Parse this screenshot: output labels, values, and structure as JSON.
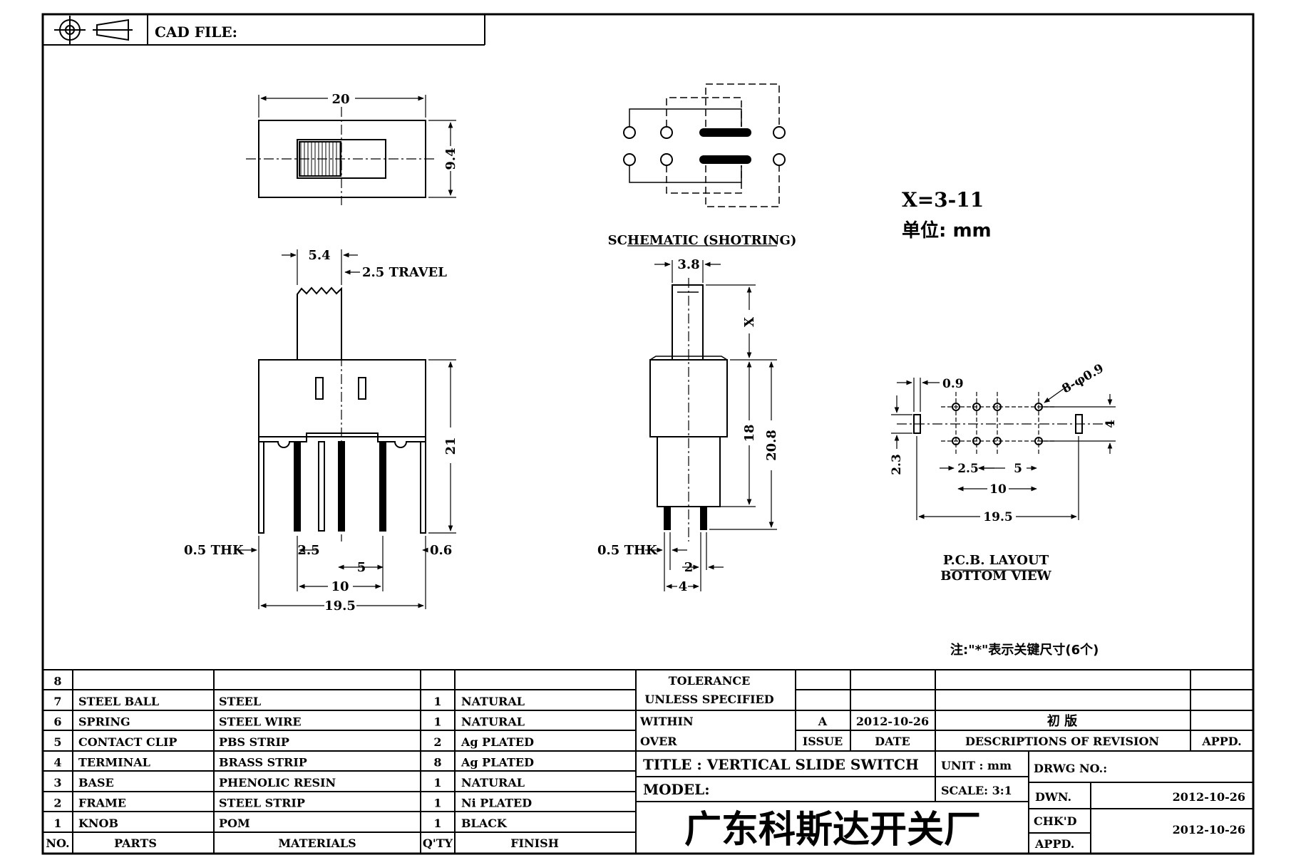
{
  "header": {
    "cad_file_label": "CAD FILE:"
  },
  "top_view": {
    "dim_width": "20",
    "dim_height": "9.4"
  },
  "front_view": {
    "dim_knob": "5.4",
    "travel": "2.5 TRAVEL",
    "dim_height": "21",
    "thk": "0.5 THK",
    "pin_right": "0.6",
    "pitch_small": "2.5",
    "pitch": "5",
    "span": "10",
    "overall": "19.5"
  },
  "schematic": {
    "label": "SCHEMATIC (SHOTRING)"
  },
  "side_view": {
    "dim_top": "3.8",
    "dim_x": "X",
    "dim_body": "18",
    "dim_total": "20.8",
    "thk": "0.5 THK",
    "pin_w": "2",
    "pin_span": "4"
  },
  "notes": {
    "x_range": "X=3-11",
    "unit": "单位: mm",
    "footnote": "注:\"*\"表示关键尺寸(6个)"
  },
  "pcb": {
    "hole_w": "0.9",
    "holes": "8-φ0.9",
    "row_gap": "4",
    "slot_gap": "2.3",
    "pitch_small": "2.5",
    "pitch": "5",
    "span": "10",
    "overall": "19.5",
    "title": "P.C.B. LAYOUT",
    "subtitle": "BOTTOM VIEW"
  },
  "bom": {
    "rows": [
      {
        "no": "8",
        "part": "",
        "material": "",
        "qty": "",
        "finish": ""
      },
      {
        "no": "7",
        "part": "STEEL BALL",
        "material": "STEEL",
        "qty": "1",
        "finish": "NATURAL"
      },
      {
        "no": "6",
        "part": "SPRING",
        "material": "STEEL WIRE",
        "qty": "1",
        "finish": "NATURAL"
      },
      {
        "no": "5",
        "part": "CONTACT CLIP",
        "material": "PBS STRIP",
        "qty": "2",
        "finish": "Ag PLATED"
      },
      {
        "no": "4",
        "part": "TERMINAL",
        "material": "BRASS STRIP",
        "qty": "8",
        "finish": "Ag PLATED"
      },
      {
        "no": "3",
        "part": "BASE",
        "material": "PHENOLIC RESIN",
        "qty": "1",
        "finish": "NATURAL"
      },
      {
        "no": "2",
        "part": "FRAME",
        "material": "STEEL STRIP",
        "qty": "1",
        "finish": "Ni PLATED"
      },
      {
        "no": "1",
        "part": "KNOB",
        "material": "POM",
        "qty": "1",
        "finish": "BLACK"
      }
    ],
    "headers": {
      "no": "NO.",
      "part": "PARTS",
      "material": "MATERIALS",
      "qty": "Q'TY",
      "finish": "FINISH"
    }
  },
  "title_block": {
    "tolerance": "TOLERANCE",
    "unless": "UNLESS  SPECIFIED",
    "within": "WITHIN",
    "over": "OVER",
    "rev_issue": "A",
    "rev_date": "2012-10-26",
    "rev_desc": "初  版",
    "issue_h": "ISSUE",
    "date_h": "DATE",
    "desc_h": "DESCRIPTIONS OF REVISION",
    "appd_h": "APPD.",
    "title": "TITLE :  VERTICAL  SLIDE  SWITCH",
    "unit": "UNIT :  mm",
    "drwg_no": "DRWG NO.:",
    "model": "MODEL:",
    "scale": "SCALE:  3:1",
    "dwn": "DWN.",
    "dwn_date": "2012-10-26",
    "chkd": "CHK'D",
    "chkd_date": "2012-10-26",
    "appd": "APPD.",
    "company": "广东科斯达开关厂"
  }
}
